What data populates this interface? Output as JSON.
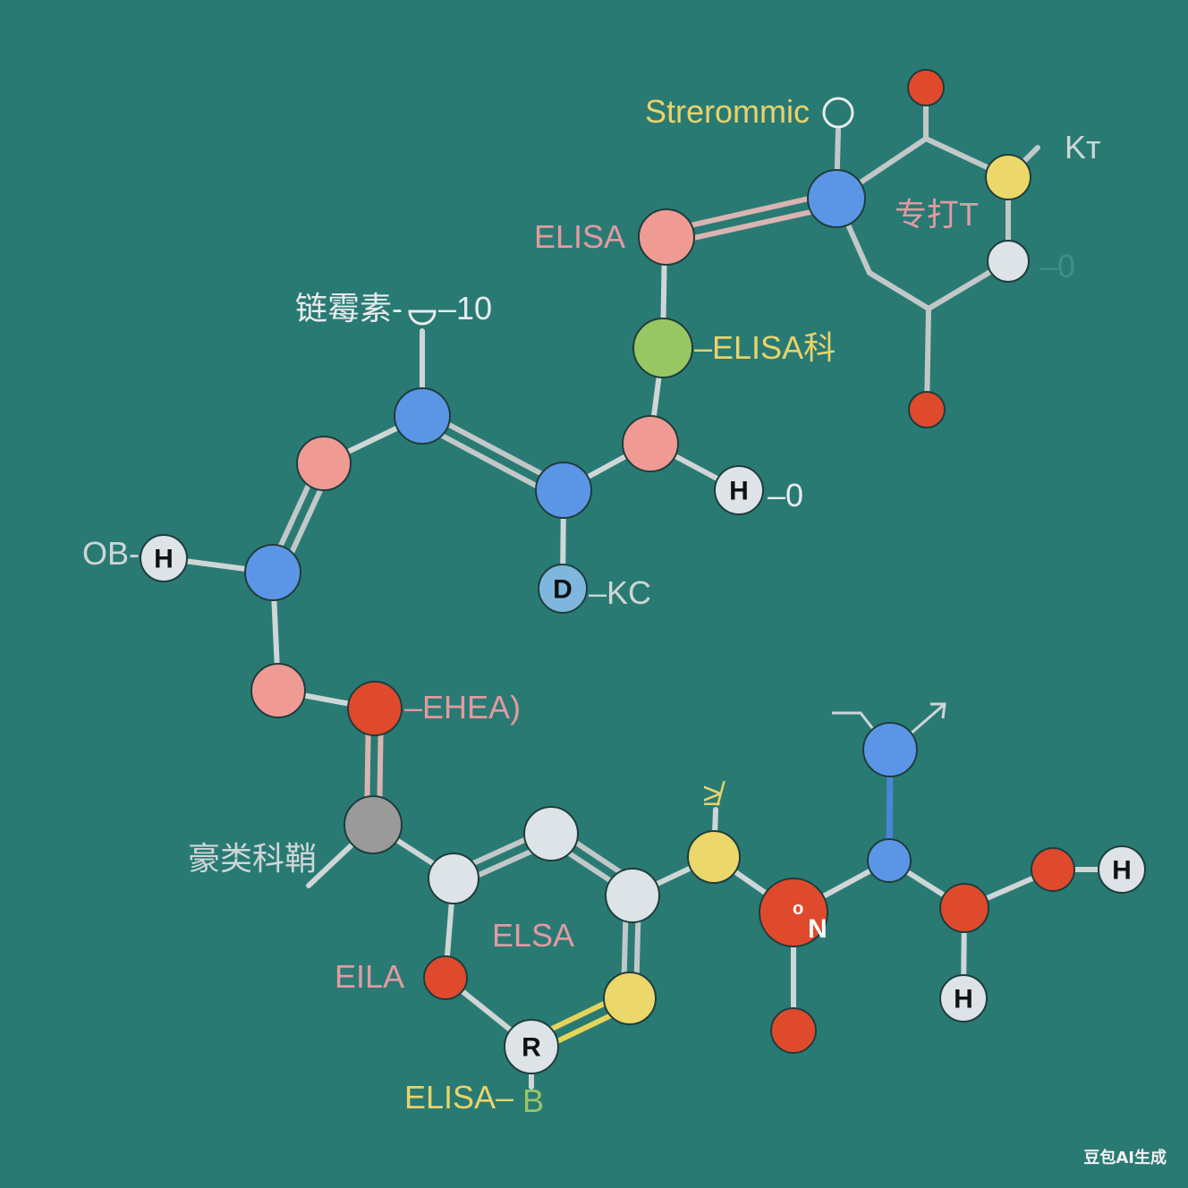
{
  "labels": {
    "stereo": "Strerommic",
    "kt": "Kт",
    "ring_center": "专打T",
    "right_o": "–0",
    "elisa_top": "ELISA",
    "elisa_ke": "–ELISA科",
    "chain_label": "链霉素-",
    "minus_10": "–10",
    "h_o": "–0",
    "ob": "OB-",
    "kc": "–KC",
    "ehea": "–EHEA)",
    "ke_left": "豪类科鞘",
    "elsa": "ELSA",
    "eila": "EILA",
    "elisa_b": "ELISA–",
    "b_char": "B",
    "top_glyph": "≱",
    "watermark": "豆包AI生成"
  },
  "atoms": {
    "h_right": "H",
    "h_left": "H",
    "d": "D",
    "r": "R",
    "n_o": "o",
    "n": "N",
    "h_far": "H",
    "h_bottom": "H"
  },
  "colors": {
    "background": "#2a7a74",
    "blue": "#5b96e6",
    "pink": "#f09a94",
    "red": "#e04a2c",
    "yellow": "#ecd76a",
    "white": "#dde3e6",
    "green": "#98c662",
    "gray": "#9a9a9a",
    "light_blue": "#7fb6de",
    "label_yellow": "#e9d36a",
    "label_pink": "#e29aa0",
    "label_white": "#e8ecec"
  }
}
